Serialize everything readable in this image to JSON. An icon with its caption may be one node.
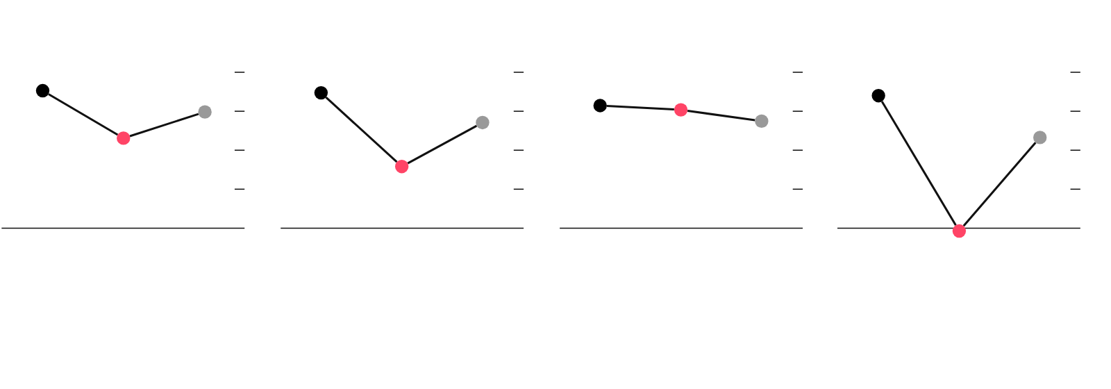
{
  "diagram": {
    "nodes": [
      {
        "text": [],
        "shape": "circle"
      },
      {
        "text": [],
        "shape": "circle"
      },
      {
        "text": [],
        "shape": "circle"
      },
      {
        "text": [],
        "shape": "circle"
      },
      {
        "text": [],
        "shape": "circle"
      },
      {
        "text": [],
        "shape": "circle"
      },
      {
        "text": [],
        "shape": "circle"
      },
      {
        "text": [],
        "shape": "circle"
      },
      {
        "text": [],
        "shape": "circle"
      },
      {
        "text": [],
        "shape": "circle"
      },
      {
        "text": [],
        "shape": "circle"
      },
      {
        "text": [],
        "shape": "circle"
      }
    ],
    "edges": [
      {
        "from": 0,
        "to": 1,
        "arrow": "none"
      },
      {
        "from": 1,
        "to": 2,
        "arrow": "none"
      },
      {
        "from": 3,
        "to": 4,
        "arrow": "none"
      },
      {
        "from": 4,
        "to": 5,
        "arrow": "none"
      },
      {
        "from": 6,
        "to": 7,
        "arrow": "none"
      },
      {
        "from": 7,
        "to": 8,
        "arrow": "none"
      },
      {
        "from": 9,
        "to": 10,
        "arrow": "none"
      },
      {
        "from": 10,
        "to": 11,
        "arrow": "none"
      }
    ]
  }
}
